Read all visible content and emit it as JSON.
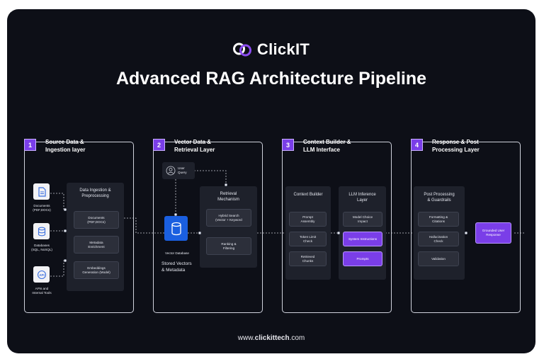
{
  "brand": {
    "name": "ClickIT",
    "accent": "#7a3ee8",
    "logo_icon": "link-icon"
  },
  "title": "Advanced RAG Architecture Pipeline",
  "footer": {
    "prefix": "www.",
    "domain": "clickittech",
    "suffix": ".com"
  },
  "stages": [
    {
      "number": "1",
      "title": "Source Data &\nIngestion layer"
    },
    {
      "number": "2",
      "title": "Vector Data &\nRetrieval Layer"
    },
    {
      "number": "3",
      "title": "Context Builder &\nLLM Interface"
    },
    {
      "number": "4",
      "title": "Response & Post\nProcessing Layer"
    }
  ],
  "sources": [
    {
      "label": "Documents\n(PDF,DOCs)",
      "icon": "document-icon"
    },
    {
      "label": "Databases\n(SQL, NoSQL)",
      "icon": "database-icon"
    },
    {
      "label": "APIs and\nInternal Tools",
      "icon": "api-icon"
    }
  ],
  "ingestion": {
    "title": "Data Ingestion &\nPreprocessing",
    "items": [
      "Documents\n(PDF,DOCs)",
      "Metadata\nEnrichment",
      "Embeddings\nGeneration (Model)"
    ]
  },
  "user_query": {
    "label": "User\nQuery",
    "icon": "user-icon"
  },
  "vector_db": {
    "label": "Vector Database",
    "caption": "Stored Vectors\n& Metadata",
    "icon": "database-icon"
  },
  "retrieval": {
    "title": "Retrieval\nMechanism",
    "items": [
      "Hybrid Search\n(Vector + Keyword",
      "Ranking &\nFiltering"
    ]
  },
  "context_builder": {
    "title": "Context Builder",
    "items": [
      "Prompt\nAssembly",
      "Token Limit\nCheck",
      "Retrieved\nChunks"
    ]
  },
  "llm_inference": {
    "title": "LLM Inference\nLayer",
    "items": [
      "Model Choice\nImpact",
      "System Instructions",
      "Prompts"
    ]
  },
  "post_processing": {
    "title": "Post Processing\n& Guardrails",
    "items": [
      "Formatting &\nCitations",
      "Hallucination\nCheck",
      "Validation"
    ]
  },
  "output": {
    "label": "Grounded User\nResponse"
  }
}
